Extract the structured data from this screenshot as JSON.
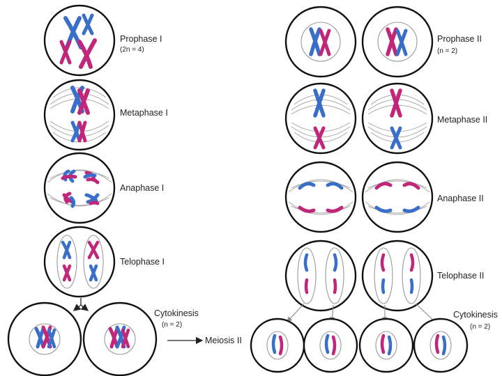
{
  "colors": {
    "maternal": "#3a6fc9",
    "paternal": "#c0267a",
    "cell_border": "#111111",
    "nucleus": "#9a9a9a",
    "spindle": "#a8a8a8"
  },
  "labels": {
    "prophase1": "Prophase I",
    "prophase1_sub": "(2n = 4)",
    "metaphase1": "Metaphase I",
    "anaphase1": "Anaphase I",
    "telophase1": "Telophase I",
    "cytokinesis1": "Cytokinesis",
    "cytokinesis1_sub": "(n = 2)",
    "meiosis2": "Meiosis II",
    "prophase2": "Prophase II",
    "prophase2_sub": "(n = 2)",
    "metaphase2": "Metaphase II",
    "anaphase2": "Anaphase II",
    "telophase2": "Telophase II",
    "cytokinesis2": "Cytokinesis",
    "cytokinesis2_sub": "(n = 2)"
  }
}
